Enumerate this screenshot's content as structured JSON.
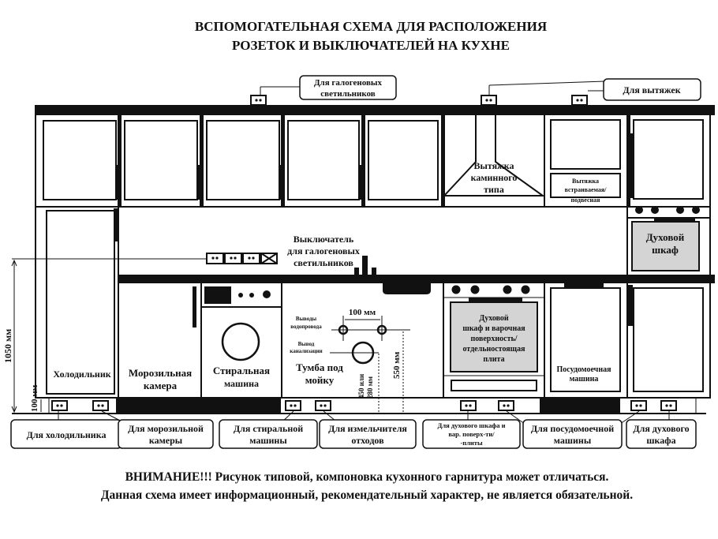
{
  "title": {
    "line1": "ВСПОМОГАТЕЛЬНАЯ  СХЕМА ДЛЯ  РАСПОЛОЖЕНИЯ",
    "line2": "РОЗЕТОК И ВЫКЛЮЧАТЕЛЕЙ НА КУХНЕ"
  },
  "top_labels": {
    "halogen": [
      "Для галогеновых",
      "светильников"
    ],
    "hoods": "Для вытяжек"
  },
  "appliances": {
    "hood_chimney": [
      "Вытяжка",
      "каминного",
      "типа"
    ],
    "hood_builtin": [
      "Вытяжка",
      "встраиваемая/",
      "подвесная"
    ],
    "oven_top": [
      "Духовой",
      "шкаф"
    ],
    "switch": [
      "Выключатель",
      "для галогеновых",
      "светильников"
    ],
    "fridge": "Холодильник",
    "freezer": [
      "Морозильная",
      "камера"
    ],
    "washer": [
      "Стиральная",
      "машина"
    ],
    "sink_cabinet": [
      "Тумба под",
      "мойку"
    ],
    "water_outlets": [
      "Выводы",
      "водопровода"
    ],
    "sewer_outlet": [
      "Вывод",
      "канализации"
    ],
    "stove": [
      "Духовой",
      "шкаф и варочная",
      "поверхность/",
      "отдельностоящая",
      "плита"
    ],
    "dishwasher": [
      "Посудомоечная",
      "машина"
    ]
  },
  "dimensions": {
    "total_height": "1050 мм",
    "plinth_height": "100 мм",
    "pipe_spacing": "100 мм",
    "sewer_height": [
      "450 или",
      "280 мм"
    ],
    "water_height": "550 мм"
  },
  "bottom_labels": [
    [
      "Для холодильника"
    ],
    [
      "Для морозильной",
      "камеры"
    ],
    [
      "Для стиральной",
      "машины"
    ],
    [
      "Для измельчителя",
      "отходов"
    ],
    [
      "Для духового шкафа и",
      "вар. поверх-ти/",
      "-плиты"
    ],
    [
      "Для посудомоечной",
      "машины"
    ],
    [
      "Для духового",
      "шкафа"
    ]
  ],
  "footer": {
    "line1": "ВНИМАНИЕ!!! Рисунок типовой, компоновка кухонного гарнитура может отличаться.",
    "line2": "Данная схема имеет информационный, рекомендательный характер, не является  обязательной."
  },
  "colors": {
    "ink": "#111111",
    "appliance_fill": "#d4d4d4"
  }
}
